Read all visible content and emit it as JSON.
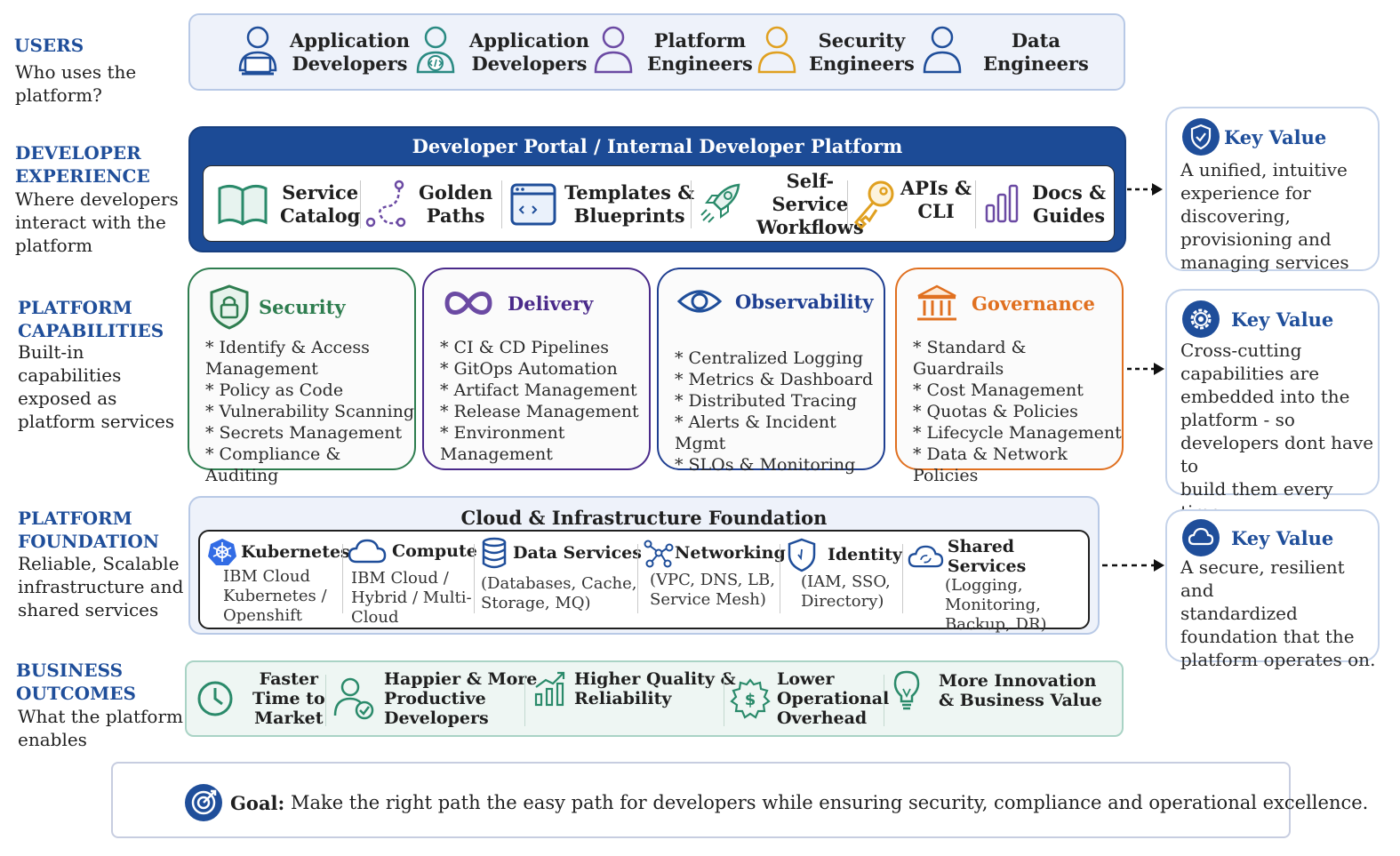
{
  "sections": {
    "users": {
      "title": "USERS",
      "desc": [
        "Who uses the",
        "platform?"
      ]
    },
    "devx": {
      "title": [
        "DEVELOPER",
        "EXPERIENCE"
      ],
      "desc": [
        "Where developers",
        "interact with the",
        "platform"
      ]
    },
    "capabilities": {
      "title": [
        "PLATFORM",
        "CAPABILITIES"
      ],
      "desc": [
        "Built-in",
        "capabilities",
        "exposed as",
        "platform services"
      ]
    },
    "foundation": {
      "title": [
        "PLATFORM",
        "FOUNDATION"
      ],
      "desc": [
        "Reliable, Scalable",
        "infrastructure and",
        "shared services"
      ]
    },
    "outcomes": {
      "title": [
        "BUSINESS",
        "OUTCOMES"
      ],
      "desc": [
        "What the platform",
        "enables"
      ]
    }
  },
  "users": [
    {
      "label": [
        "Application",
        "Developers"
      ],
      "icon": "laptop-user-icon",
      "color": "#1f4e9a"
    },
    {
      "label": [
        "Application",
        "Developers"
      ],
      "icon": "code-user-icon",
      "color": "#2a8a82"
    },
    {
      "label": [
        "Platform",
        "Engineers"
      ],
      "icon": "user-icon",
      "color": "#6b4aa3"
    },
    {
      "label": [
        "Security",
        "Engineers"
      ],
      "icon": "user-icon",
      "color": "#e0a020"
    },
    {
      "label": [
        "Data",
        "Engineers"
      ],
      "icon": "user-icon",
      "color": "#1f4e9a"
    }
  ],
  "portal": {
    "title": "Developer Portal / Internal Developer Platform",
    "items": [
      {
        "label": [
          "Service",
          "Catalog"
        ],
        "icon": "book-icon"
      },
      {
        "label": [
          "Golden",
          "Paths"
        ],
        "icon": "path-icon"
      },
      {
        "label": [
          "Templates &",
          "Blueprints"
        ],
        "icon": "template-icon"
      },
      {
        "label": [
          "Self-",
          "Service",
          "Workflows"
        ],
        "icon": "rocket-icon"
      },
      {
        "label": [
          "APIs &",
          "CLI"
        ],
        "icon": "key-icon"
      },
      {
        "label": [
          "Docs &",
          "Guides"
        ],
        "icon": "bar-chart-icon"
      }
    ]
  },
  "capabilities": [
    {
      "title": "Security",
      "color": "#2e7d4f",
      "icon": "shield-lock-icon",
      "items": [
        "* Identify & Access",
        "Management",
        "* Policy as Code",
        "* Vulnerability Scanning",
        "* Secrets Management",
        "* Compliance & Auditing"
      ]
    },
    {
      "title": "Delivery",
      "color": "#4a2a8a",
      "icon": "infinity-icon",
      "items": [
        "* CI & CD Pipelines",
        "* GitOps Automation",
        "* Artifact Management",
        "* Release Management",
        "* Environment",
        "Management"
      ]
    },
    {
      "title": "Observability",
      "color": "#1f3f91",
      "icon": "eye-icon",
      "items": [
        "* Centralized Logging",
        "* Metrics & Dashboard",
        "* Distributed Tracing",
        "* Alerts & Incident Mgmt",
        "* SLOs & Monitoring"
      ]
    },
    {
      "title": "Governance",
      "color": "#e07020",
      "icon": "building-icon",
      "items": [
        "* Standard & Guardrails",
        "* Cost Management",
        "* Quotas & Policies",
        "* Lifecycle Management",
        "* Data & Network",
        "Policies"
      ]
    }
  ],
  "foundation": {
    "title": "Cloud & Infrastructure Foundation",
    "items": [
      {
        "name": "Kubernetes",
        "icon": "kubernetes-icon",
        "desc": [
          "IBM Cloud",
          "Kubernetes /",
          "Openshift"
        ]
      },
      {
        "name": "Compute",
        "icon": "cloud-icon",
        "desc": [
          "IBM Cloud /",
          "Hybrid / Multi-",
          "Cloud"
        ]
      },
      {
        "name": "Data Services",
        "icon": "database-icon",
        "desc": [
          "(Databases, Cache,",
          "Storage, MQ)"
        ]
      },
      {
        "name": "Networking",
        "icon": "network-icon",
        "desc": [
          "(VPC, DNS, LB,",
          "Service Mesh)"
        ]
      },
      {
        "name": "Identity",
        "icon": "shield-icon",
        "desc": [
          "(IAM, SSO,",
          "Directory)"
        ]
      },
      {
        "name": "Shared Services",
        "icon": "cloud-sync-icon",
        "desc": [
          "(Logging,",
          "Monitoring,",
          "Backup, DR)"
        ]
      }
    ]
  },
  "outcomes": [
    {
      "label": [
        "Faster",
        "Time to",
        "Market"
      ],
      "icon": "clock-icon"
    },
    {
      "label": [
        "Happier & More",
        "Productive",
        "Developers"
      ],
      "icon": "user-check-icon"
    },
    {
      "label": [
        "Higher Quality &",
        "Reliability"
      ],
      "icon": "growth-chart-icon"
    },
    {
      "label": [
        "Lower",
        "Operational",
        "Overhead"
      ],
      "icon": "dollar-gear-icon"
    },
    {
      "label": [
        "More Innovation",
        "& Business Value"
      ],
      "icon": "lightbulb-icon"
    }
  ],
  "goal": {
    "label": "Goal:",
    "text": " Make the right path the easy path for developers while ensuring security, compliance and operational excellence."
  },
  "key_values": [
    {
      "title": "Key Value",
      "icon": "shield-check-icon",
      "text": [
        "A unified, intuitive",
        "experience for",
        "discovering,",
        "provisioning and",
        "managing services"
      ]
    },
    {
      "title": "Key Value",
      "icon": "gear-icon",
      "text": [
        "Cross-cutting",
        "capabilities are",
        "embedded into the",
        "platform - so",
        "developers dont have to",
        "build them every time"
      ]
    },
    {
      "title": "Key Value",
      "icon": "cloud-icon",
      "text": [
        "A secure, resilient and",
        "standardized",
        "foundation that the",
        "platform operates on."
      ]
    }
  ]
}
